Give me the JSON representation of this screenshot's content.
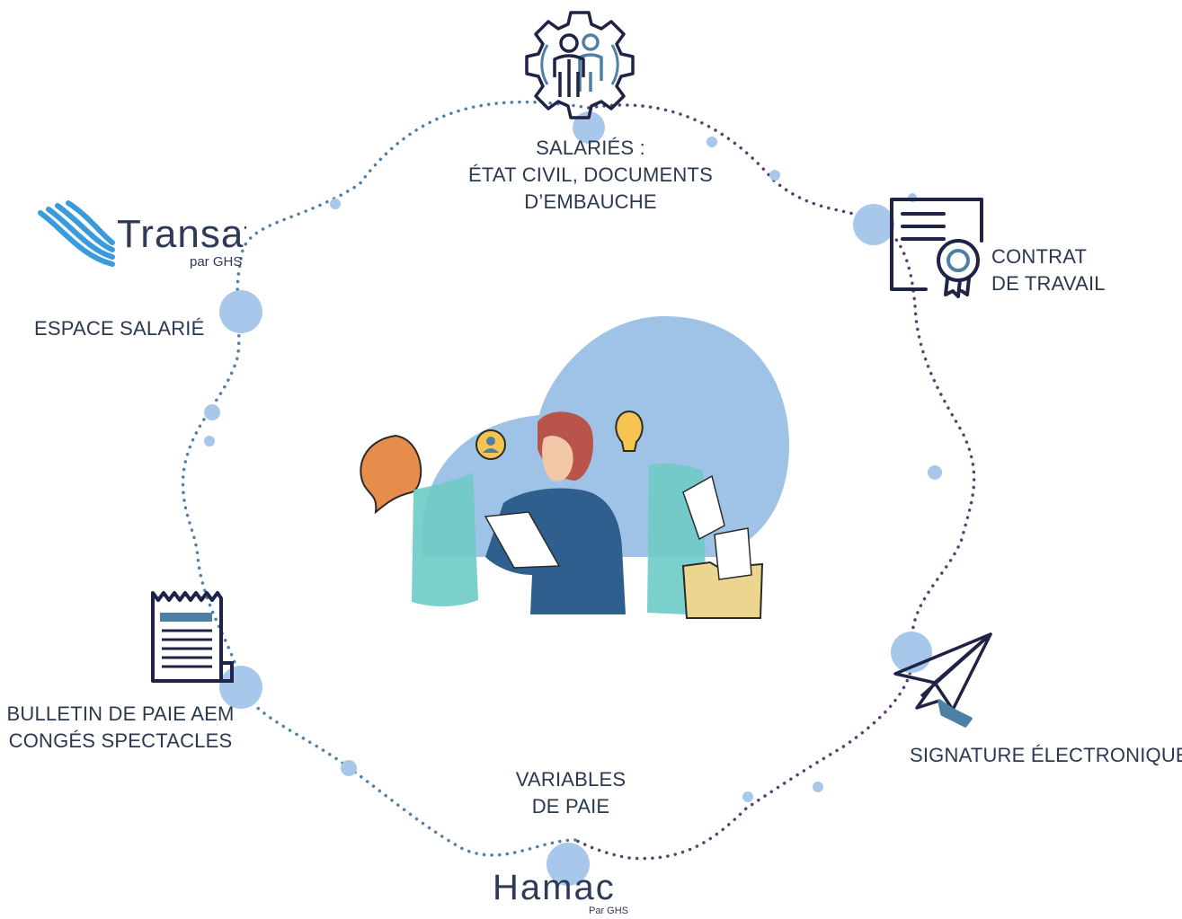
{
  "diagram": {
    "nodes": {
      "salaries": [
        "SALARIÉS :",
        "ÉTAT CIVIL, DOCUMENTS",
        "D’EMBAUCHE"
      ],
      "contrat": [
        "CONTRAT",
        "DE TRAVAIL"
      ],
      "signature": [
        "SIGNATURE ÉLECTRONIQUE"
      ],
      "variables": [
        "VARIABLES",
        "DE PAIE"
      ],
      "bulletin": [
        "BULLETIN DE PAIE AEM",
        "CONGÉS SPECTACLES"
      ],
      "espace": [
        "ESPACE SALARIÉ"
      ]
    },
    "logos": {
      "transat": {
        "name": "Transat",
        "tagline": "par GHS"
      },
      "hamac": {
        "name": "Hamac",
        "tagline": "Par GHS"
      }
    },
    "colors": {
      "text": "#2a3850",
      "dot_blue": "#a7c8ea",
      "path_blue": "#4f7fa8",
      "path_purple": "#5b3f72",
      "icon_dark": "#1f2345",
      "icon_accent": "#4e7fa5",
      "cloud": "#9ec3e6",
      "speech_orange": "#e78d4c",
      "panel_teal": "#6ecbc5"
    },
    "icons": [
      "gear-people-icon",
      "contract-certificate-icon",
      "paper-plane-icon",
      "payslip-receipt-icon"
    ]
  }
}
